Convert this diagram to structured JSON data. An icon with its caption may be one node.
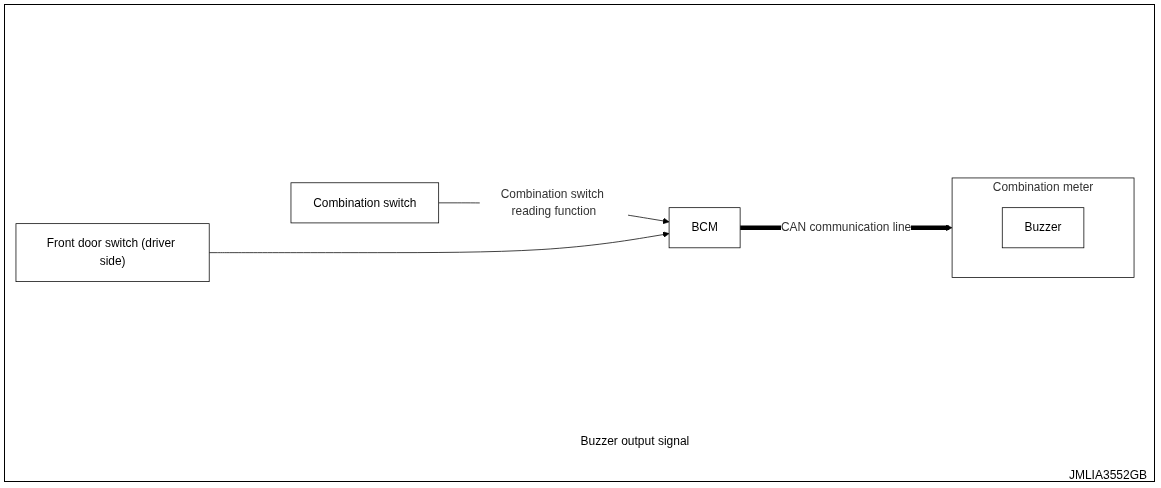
{
  "diagram": {
    "nodes": [
      {
        "text": [
          "Combination switch"
        ]
      },
      {
        "text": [
          "Front door switch (driver side)"
        ]
      },
      {
        "text": [
          "BCM"
        ]
      },
      {
        "text": [
          "Combination meter"
        ]
      },
      {
        "text": [
          "Buzzer"
        ],
        "in": 3
      }
    ],
    "edges": [
      {
        "from": 0,
        "to": 2,
        "arrow": "to",
        "label": "Combination switch reading function"
      },
      {
        "from": 1,
        "to": 2,
        "arrow": "to"
      },
      {
        "from": 2,
        "to": 3,
        "arrow": "to",
        "label": "CAN communication line",
        "style": "thick"
      }
    ],
    "labels": [
      "Buzzer output signal",
      "JMLIA3552GB"
    ]
  }
}
